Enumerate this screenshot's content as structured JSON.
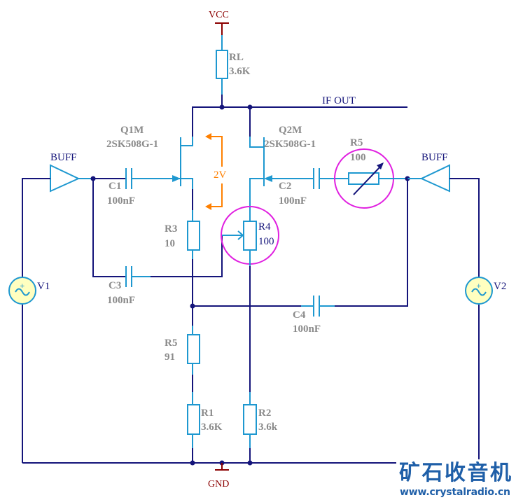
{
  "power": {
    "vcc": "VCC",
    "gnd": "GND"
  },
  "net": {
    "if_out": "IF  OUT"
  },
  "annotation": {
    "voltage": "2V"
  },
  "components": {
    "rl": {
      "ref": "RL",
      "value": "3.6K"
    },
    "q1": {
      "ref": "Q1M",
      "value": "2SK508G-1"
    },
    "q2": {
      "ref": "Q2M",
      "value": "2SK508G-1"
    },
    "c1": {
      "ref": "C1",
      "value": "100nF"
    },
    "c2": {
      "ref": "C2",
      "value": "100nF"
    },
    "c3": {
      "ref": "C3",
      "value": "100nF"
    },
    "c4": {
      "ref": "C4",
      "value": "100nF"
    },
    "r3": {
      "ref": "R3",
      "value": "10"
    },
    "r4": {
      "ref": "R4",
      "value": "100"
    },
    "r5_var": {
      "ref": "R5",
      "value": "100"
    },
    "r5": {
      "ref": "R5",
      "value": "91"
    },
    "r1": {
      "ref": "R1",
      "value": "3.6K"
    },
    "r2": {
      "ref": "R2",
      "value": "3.6k"
    },
    "buff_left": {
      "ref": "BUFF"
    },
    "buff_right": {
      "ref": "BUFF"
    },
    "v1": {
      "ref": "V1"
    },
    "v2": {
      "ref": "V2"
    }
  },
  "colors": {
    "wire": "#14147a",
    "component": "#1e98d0",
    "label": "#8a8a8a",
    "power": "#8b0000",
    "highlight": "#e020e0",
    "annotation": "#ff8000",
    "watermark": "#1f5fa8"
  },
  "watermark": {
    "title": "矿石收音机",
    "url": "www.crystalradio.cn"
  }
}
